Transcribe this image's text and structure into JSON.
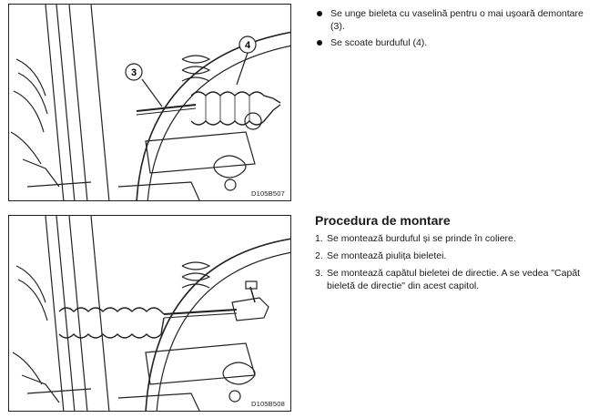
{
  "figure1": {
    "code": "D105B507",
    "callouts": [
      "3",
      "4"
    ]
  },
  "figure2": {
    "code": "D105B508"
  },
  "removal_steps": [
    "Se unge bieleta cu vaselină pentru o mai ușoară demontare (3).",
    "Se scoate burduful (4)."
  ],
  "install_section": {
    "title": "Procedura de montare",
    "steps": [
      {
        "num": "1.",
        "text": "Se montează burduful și se prinde în coliere."
      },
      {
        "num": "2.",
        "text": "Se montează piulița bieletei."
      },
      {
        "num": "3.",
        "text": "Se montează capătul bieletei de directie. A se vedea \"Capăt bieletă de directie\" din acest capitol."
      }
    ]
  }
}
